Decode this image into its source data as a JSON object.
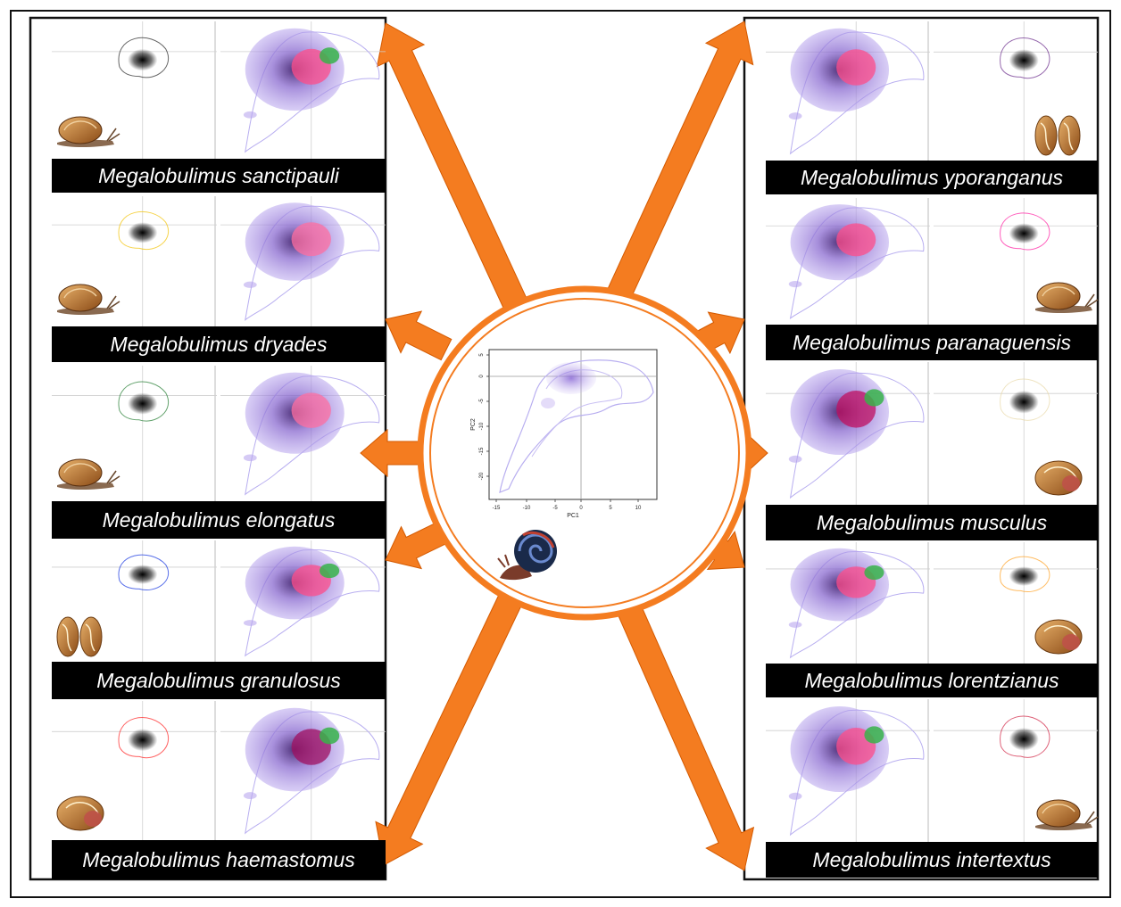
{
  "central_plot": {
    "x_label": "PC1",
    "y_label": "PC2",
    "x_ticks": [
      "-15",
      "-10",
      "-5",
      "0",
      "5",
      "10"
    ],
    "y_ticks": [
      "5",
      "0",
      "-5",
      "-10",
      "-15",
      "-20"
    ]
  },
  "left_species": [
    {
      "name": "Megalobulimus sanctipauli",
      "color": "#222222",
      "snail": "snail-crawling-icon",
      "overlap": "#ff4d8a",
      "extra": "#37b34a"
    },
    {
      "name": "Megalobulimus dryades",
      "color": "#f2c200",
      "snail": "snail-crawling-icon",
      "overlap": "#ff6fa0",
      "extra": ""
    },
    {
      "name": "Megalobulimus elongatus",
      "color": "#1f7a2e",
      "snail": "snail-crawling-icon",
      "overlap": "#ff6fa0",
      "extra": ""
    },
    {
      "name": "Megalobulimus granulosus",
      "color": "#1030e0",
      "snail": "shell-pair-icon",
      "overlap": "#ff4d8a",
      "extra": "#37b34a"
    },
    {
      "name": "Megalobulimus haemastomus",
      "color": "#ff2020",
      "snail": "shell-icon",
      "overlap": "#a01060",
      "extra": "#37b34a"
    }
  ],
  "right_species": [
    {
      "name": "Megalobulimus yporanganus",
      "color": "#6a2a8a",
      "snail": "shell-pair-icon",
      "overlap": "#ff4d8a",
      "extra": ""
    },
    {
      "name": "Megalobulimus paranaguensis",
      "color": "#ff1aa0",
      "snail": "snail-crawling-icon",
      "overlap": "#ff4d8a",
      "extra": ""
    },
    {
      "name": "Megalobulimus musculus",
      "color": "#e8d8a8",
      "snail": "shell-icon",
      "overlap": "#c01060",
      "extra": "#37b34a"
    },
    {
      "name": "Megalobulimus lorentzianus",
      "color": "#ffa020",
      "snail": "shell-icon",
      "overlap": "#ff4d8a",
      "extra": "#37b34a"
    },
    {
      "name": "Megalobulimus intertextus",
      "color": "#d02040",
      "snail": "snail-crawling-icon",
      "overlap": "#ff4d8a",
      "extra": "#37b34a"
    }
  ],
  "colors": {
    "arrow": "#f47c20",
    "arrow_edge": "#d45a00",
    "genus_density": "#9a7fd8",
    "contour": "#b8aef0",
    "label_bg": "#000000",
    "label_fg": "#ffffff"
  }
}
